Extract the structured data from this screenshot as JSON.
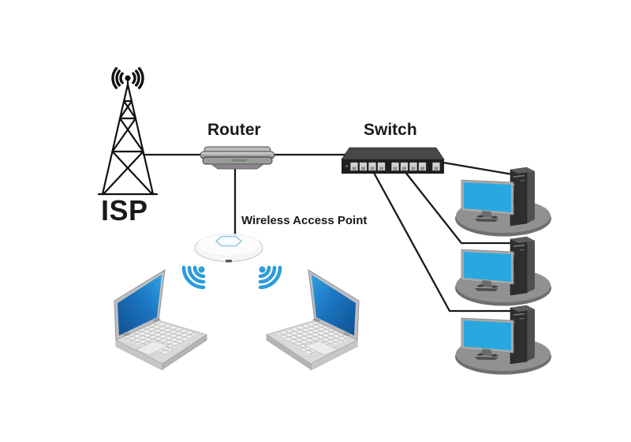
{
  "labels": {
    "isp": "ISP",
    "router": "Router",
    "switch": "Switch",
    "wap": "Wireless Access Point"
  },
  "colors": {
    "cable": "#1A1A1A",
    "line_art": "#111111",
    "wifi_signal": "#2D9CDB",
    "monitor_screen": "#29A8E0",
    "laptop_screen_dark": "#10508F",
    "laptop_screen_light": "#2FA0E4",
    "switch_front": "#1F1F1F",
    "ap_hexagon": "#8FC8E2",
    "text": "#1A1A1A"
  },
  "diagram": {
    "nodes": [
      {
        "id": "isp",
        "label": "ISP",
        "type": "cell-tower"
      },
      {
        "id": "router",
        "label": "Router",
        "type": "router"
      },
      {
        "id": "switch",
        "label": "Switch",
        "type": "network-switch",
        "visible_ports": 9
      },
      {
        "id": "wap",
        "label": "Wireless Access Point",
        "type": "wireless-access-point"
      },
      {
        "id": "laptop-left",
        "label": "",
        "type": "laptop"
      },
      {
        "id": "laptop-right",
        "label": "",
        "type": "laptop"
      },
      {
        "id": "desktop-1",
        "label": "",
        "type": "desktop-computer"
      },
      {
        "id": "desktop-2",
        "label": "",
        "type": "desktop-computer"
      },
      {
        "id": "desktop-3",
        "label": "",
        "type": "desktop-computer"
      }
    ],
    "connections": [
      {
        "from": "isp",
        "to": "router",
        "medium": "wired"
      },
      {
        "from": "router",
        "to": "switch",
        "medium": "wired"
      },
      {
        "from": "router",
        "to": "wap",
        "medium": "wired"
      },
      {
        "from": "switch",
        "to": "desktop-1",
        "medium": "wired"
      },
      {
        "from": "switch",
        "to": "desktop-2",
        "medium": "wired"
      },
      {
        "from": "switch",
        "to": "desktop-3",
        "medium": "wired"
      },
      {
        "from": "wap",
        "to": "laptop-left",
        "medium": "wireless"
      },
      {
        "from": "wap",
        "to": "laptop-right",
        "medium": "wireless"
      }
    ]
  }
}
